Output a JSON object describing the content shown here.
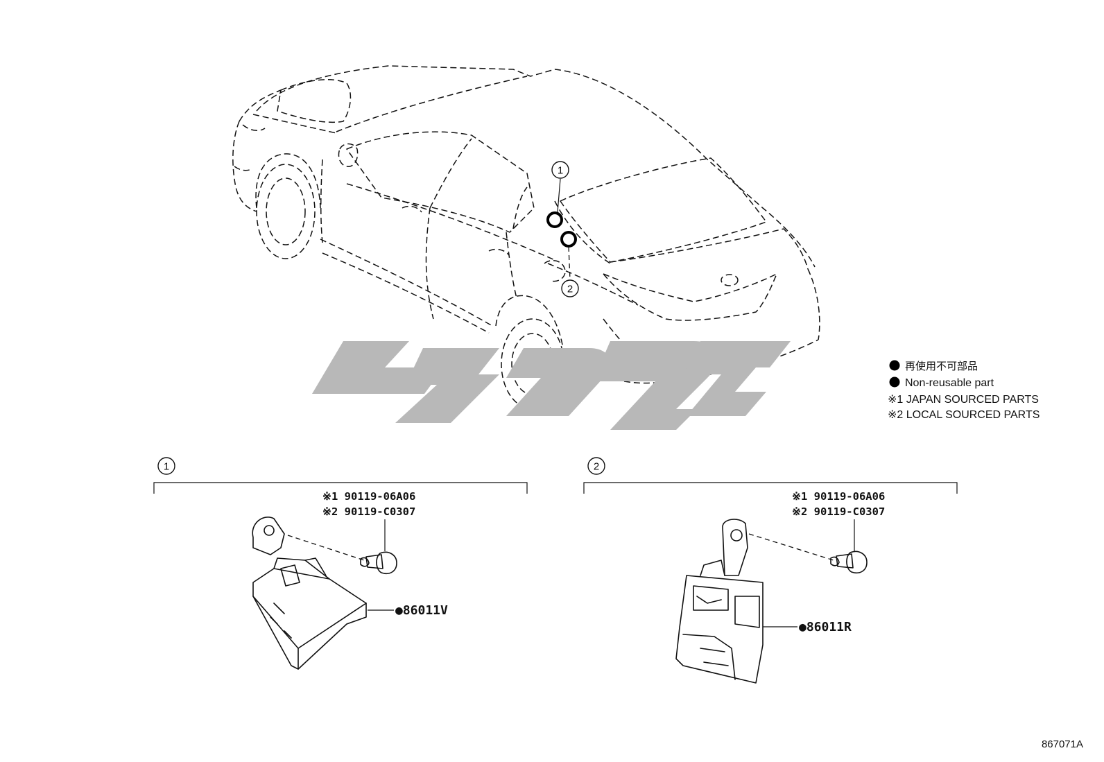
{
  "callouts": {
    "one": "1",
    "two": "2"
  },
  "legend": {
    "jp_label": "再使用不可部品",
    "en_label": "Non-reusable part",
    "note1": "※1 JAPAN SOURCED PARTS",
    "note2": "※2 LOCAL SOURCED PARTS"
  },
  "detail1": {
    "callout": "1",
    "bolt_jp": "※1 90119-06A06",
    "bolt_local": "※2 90119-C0307",
    "part": "●86011V"
  },
  "detail2": {
    "callout": "2",
    "bolt_jp": "※1 90119-06A06",
    "bolt_local": "※2 90119-C0307",
    "part": "●86011R"
  },
  "diagram_ref": "867071A",
  "colors": {
    "line": "#111111",
    "watermark": "#b8b8b8"
  }
}
